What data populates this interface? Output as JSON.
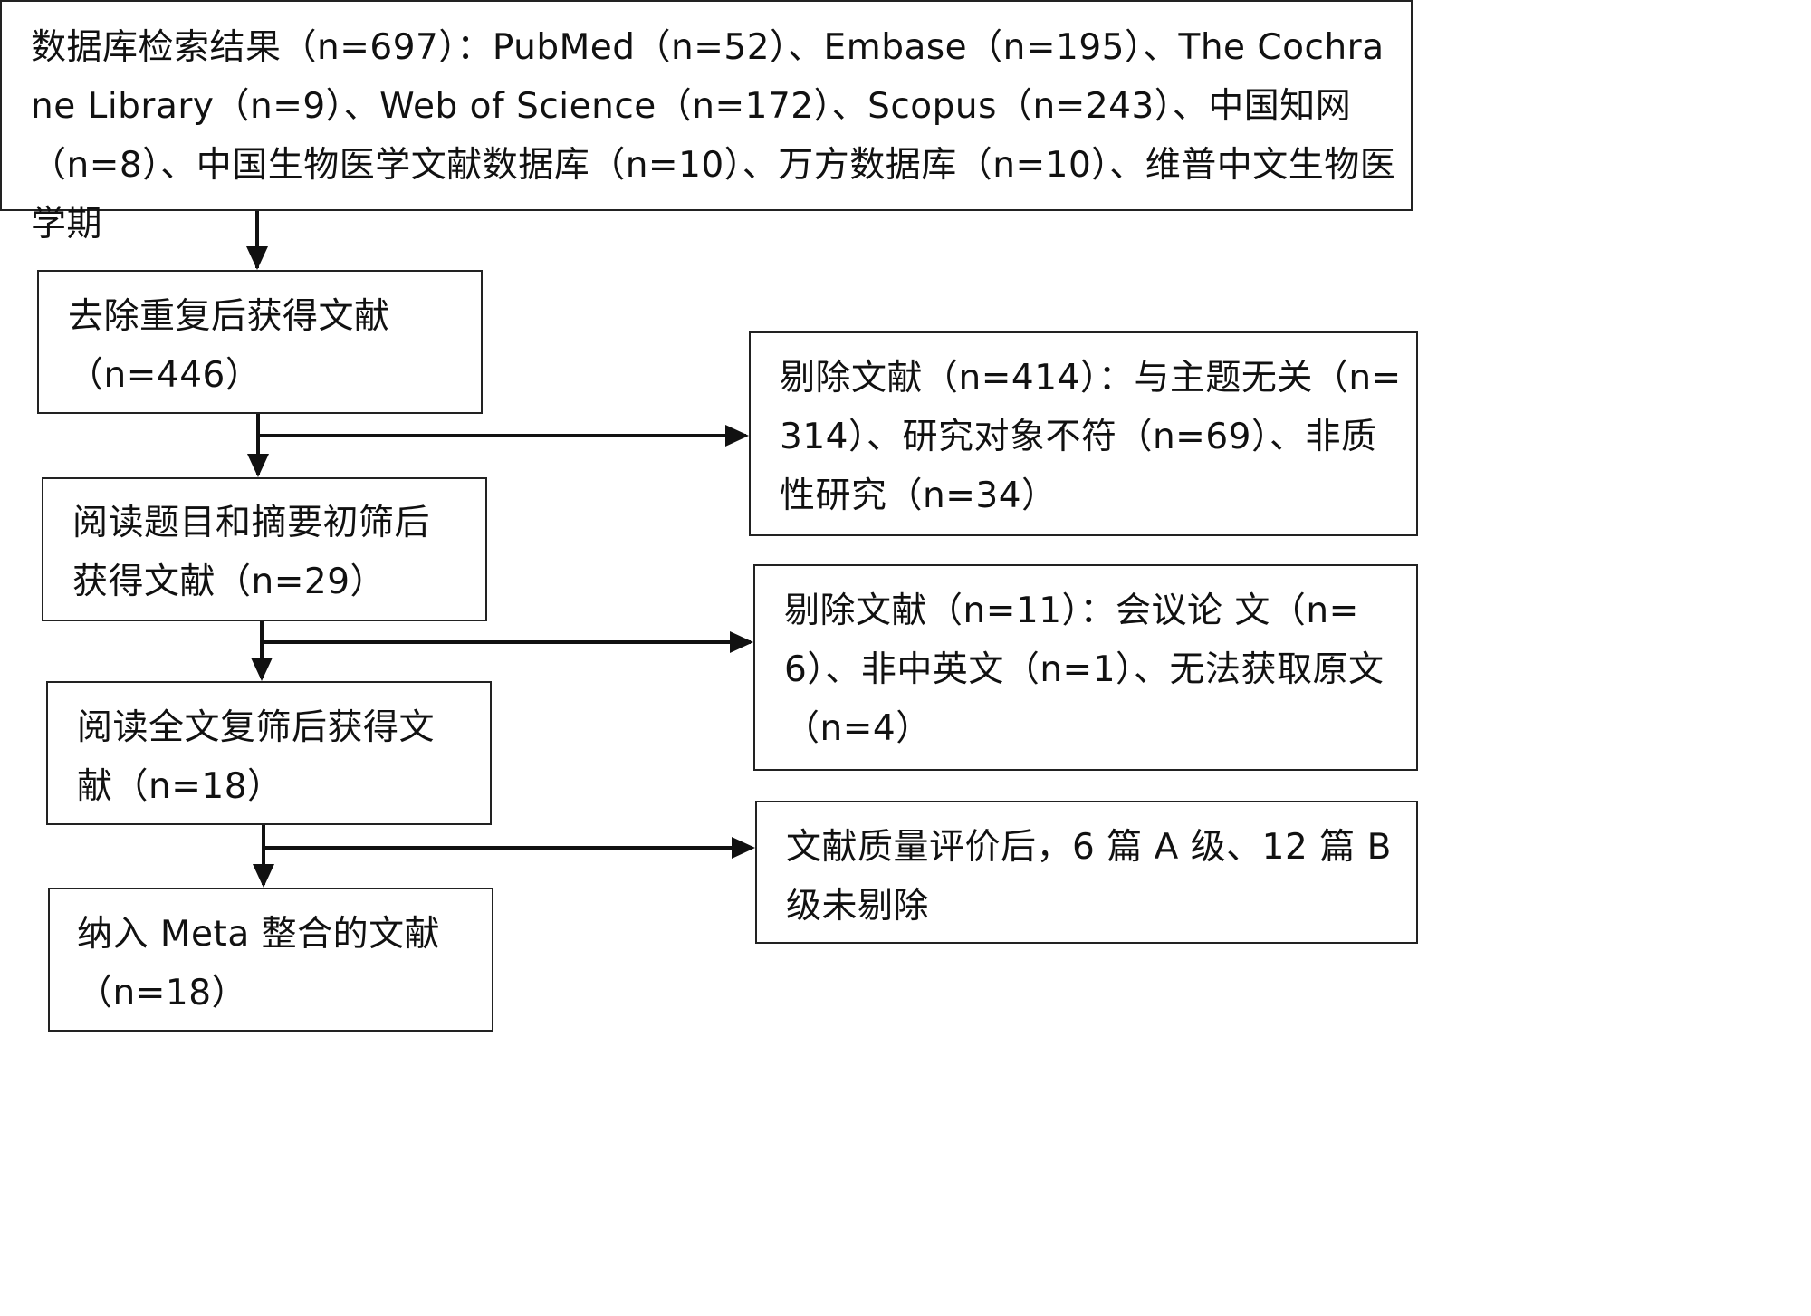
{
  "boxes": {
    "search": "数据库检索结果（n=697）：PubMed（n=52）、Embase（n=195）、The Cochrane Library（n=9）、Web of Science（n=172）、Scopus（n=243）、中国知网（n=8）、中国生物医学文献数据库（n=10）、万方数据库（n=10）、维普中文生物医学期",
    "dedup": "去除重复后获得文献（n=446）",
    "screen": "阅读题目和摘要初筛后获得文献（n=29）",
    "fulltext": "阅读全文复筛后获得文献（n=18）",
    "included": "纳入 Meta 整合的文献（n=18）",
    "excluded_1": "剔除文献（n=414）：与主题无关（n=314）、研究对象不符（n=69）、非质性研究（n=34）",
    "excluded_2": "剔除文献（n=11）：会议论 文（n=6）、非中英文（n=1）、无法获取原文（n=4）",
    "quality": "文献质量评价后，6 篇 A 级、12 篇 B 级未剔除"
  }
}
